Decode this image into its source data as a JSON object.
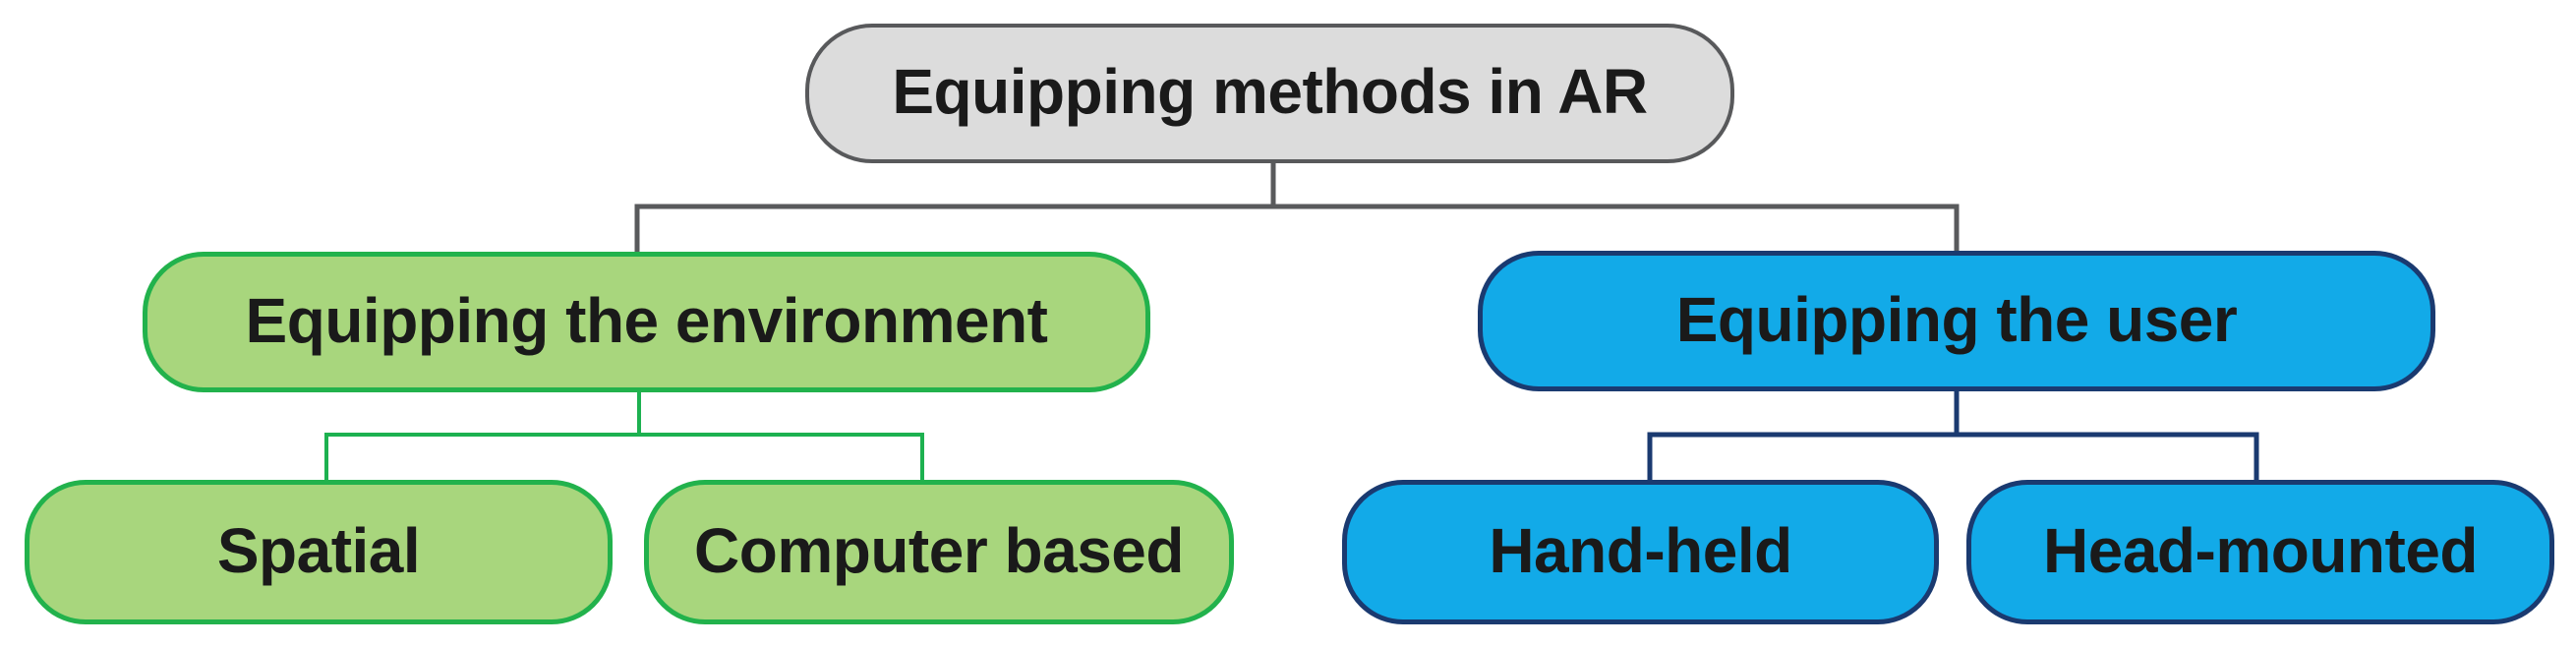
{
  "diagram": {
    "type": "tree",
    "title": "Equipping methods in AR",
    "nodes": {
      "root": {
        "label": "Equipping methods in AR",
        "level": 0
      },
      "environment": {
        "label": "Equipping the environment",
        "level": 1
      },
      "user": {
        "label": "Equipping the user",
        "level": 1
      },
      "spatial": {
        "label": "Spatial",
        "level": 2
      },
      "computer_based": {
        "label": "Computer based",
        "level": 2
      },
      "hand_held": {
        "label": "Hand-held",
        "level": 2
      },
      "head_mounted": {
        "label": "Head-mounted",
        "level": 2
      }
    },
    "edges": [
      {
        "from": "root",
        "to": "environment"
      },
      {
        "from": "root",
        "to": "user"
      },
      {
        "from": "environment",
        "to": "spatial"
      },
      {
        "from": "environment",
        "to": "computer_based"
      },
      {
        "from": "user",
        "to": "hand_held"
      },
      {
        "from": "user",
        "to": "head_mounted"
      }
    ]
  },
  "colors": {
    "background": "#ffffff",
    "root_fill": "#dcdcdc",
    "root_border": "#58595b",
    "root_connector": "#595a5c",
    "green_fill": "#a8d67d",
    "green_border": "#22b24c",
    "green_connector": "#1db150",
    "blue_fill": "#12aae8",
    "blue_border": "#1a3a70",
    "blue_connector": "#1a3a70",
    "text": "#1a1a1a"
  }
}
